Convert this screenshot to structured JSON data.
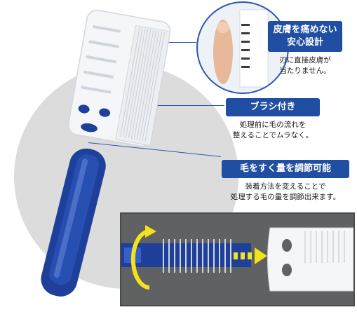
{
  "colors": {
    "accent": "#1f4ea3",
    "handle": "#1e3f9a",
    "arrow": "#f4e21c"
  },
  "callouts": [
    {
      "title_line1": "皮膚を痛めない",
      "title_line2": "安心設計",
      "body_line1": "刃に直接皮膚が",
      "body_line2": "当たりません。"
    },
    {
      "title_line1": "ブラシ付き",
      "body_line1": "処理前に毛の流れを",
      "body_line2": "整えることでムラなく。"
    },
    {
      "title_line1": "毛をすく量を調節可能",
      "body_line1": "装着方法を変えることで",
      "body_line2": "処理する毛の量を調節出来ます。"
    }
  ]
}
